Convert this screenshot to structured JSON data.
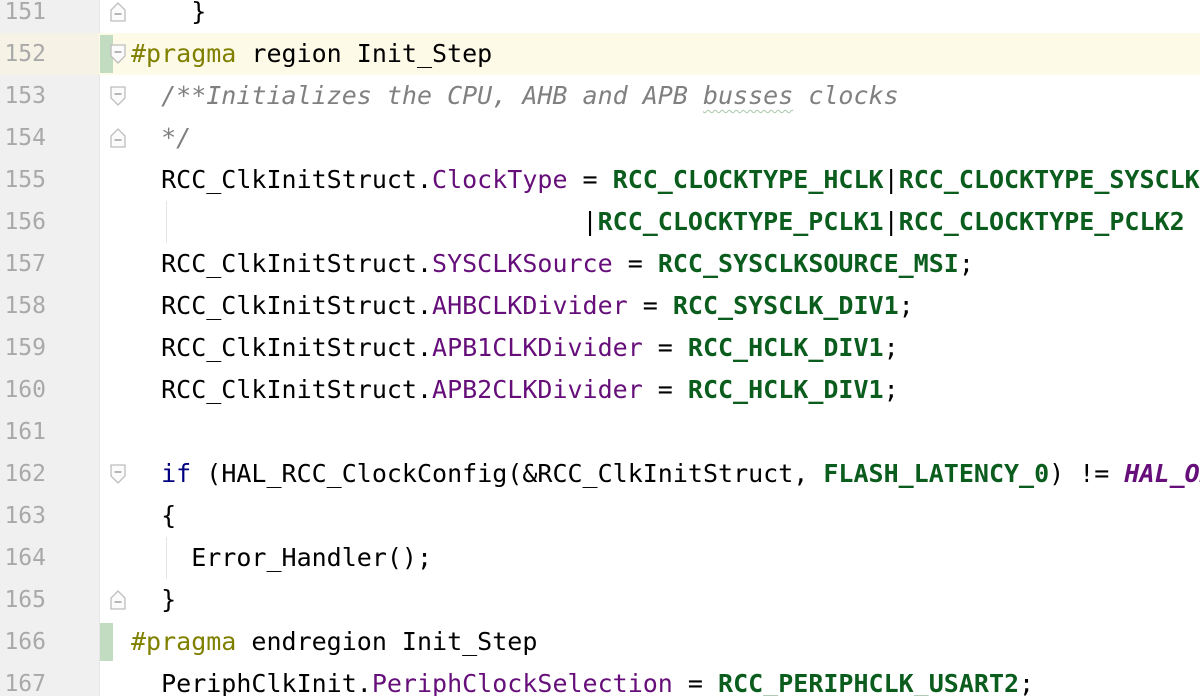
{
  "editor": {
    "lines": [
      {
        "num": "151",
        "tokens": [
          {
            "t": "    }",
            "c": ""
          }
        ]
      },
      {
        "num": "152",
        "tokens": [
          {
            "t": "#pragma",
            "c": "pp"
          },
          {
            "t": " region Init_Step",
            "c": ""
          }
        ]
      },
      {
        "num": "153",
        "tokens": [
          {
            "t": "  /**Initializes the CPU, AHB and APB ",
            "c": "cmt"
          },
          {
            "t": "busses",
            "c": "cmt spl"
          },
          {
            "t": " clocks",
            "c": "cmt"
          }
        ]
      },
      {
        "num": "154",
        "tokens": [
          {
            "t": "  */",
            "c": "cmt"
          }
        ]
      },
      {
        "num": "155",
        "tokens": [
          {
            "t": "  RCC_ClkInitStruct.",
            "c": ""
          },
          {
            "t": "ClockType",
            "c": "fld"
          },
          {
            "t": " = ",
            "c": ""
          },
          {
            "t": "RCC_CLOCKTYPE_HCLK",
            "c": "mac"
          },
          {
            "t": "|",
            "c": ""
          },
          {
            "t": "RCC_CLOCKTYPE_SYSCLK",
            "c": "mac"
          }
        ]
      },
      {
        "num": "156",
        "tokens": [
          {
            "t": "                              |",
            "c": ""
          },
          {
            "t": "RCC_CLOCKTYPE_PCLK1",
            "c": "mac"
          },
          {
            "t": "|",
            "c": ""
          },
          {
            "t": "RCC_CLOCKTYPE_PCLK2",
            "c": "mac"
          }
        ]
      },
      {
        "num": "157",
        "tokens": [
          {
            "t": "  RCC_ClkInitStruct.",
            "c": ""
          },
          {
            "t": "SYSCLKSource",
            "c": "fld"
          },
          {
            "t": " = ",
            "c": ""
          },
          {
            "t": "RCC_SYSCLKSOURCE_MSI",
            "c": "mac"
          },
          {
            "t": ";",
            "c": ""
          }
        ]
      },
      {
        "num": "158",
        "tokens": [
          {
            "t": "  RCC_ClkInitStruct.",
            "c": ""
          },
          {
            "t": "AHBCLKDivider",
            "c": "fld"
          },
          {
            "t": " = ",
            "c": ""
          },
          {
            "t": "RCC_SYSCLK_DIV1",
            "c": "mac"
          },
          {
            "t": ";",
            "c": ""
          }
        ]
      },
      {
        "num": "159",
        "tokens": [
          {
            "t": "  RCC_ClkInitStruct.",
            "c": ""
          },
          {
            "t": "APB1CLKDivider",
            "c": "fld"
          },
          {
            "t": " = ",
            "c": ""
          },
          {
            "t": "RCC_HCLK_DIV1",
            "c": "mac"
          },
          {
            "t": ";",
            "c": ""
          }
        ]
      },
      {
        "num": "160",
        "tokens": [
          {
            "t": "  RCC_ClkInitStruct.",
            "c": ""
          },
          {
            "t": "APB2CLKDivider",
            "c": "fld"
          },
          {
            "t": " = ",
            "c": ""
          },
          {
            "t": "RCC_HCLK_DIV1",
            "c": "mac"
          },
          {
            "t": ";",
            "c": ""
          }
        ]
      },
      {
        "num": "161",
        "tokens": []
      },
      {
        "num": "162",
        "tokens": [
          {
            "t": "  ",
            "c": ""
          },
          {
            "t": "if",
            "c": "kw"
          },
          {
            "t": " (HAL_RCC_ClockConfig(&RCC_ClkInitStruct, ",
            "c": ""
          },
          {
            "t": "FLASH_LATENCY_0",
            "c": "mac"
          },
          {
            "t": ") != ",
            "c": ""
          },
          {
            "t": "HAL_OK",
            "c": "ital-macro"
          },
          {
            "t": ")",
            "c": ""
          }
        ]
      },
      {
        "num": "163",
        "tokens": [
          {
            "t": "  {",
            "c": ""
          }
        ]
      },
      {
        "num": "164",
        "tokens": [
          {
            "t": "    Error_Handler();",
            "c": ""
          }
        ]
      },
      {
        "num": "165",
        "tokens": [
          {
            "t": "  }",
            "c": ""
          }
        ]
      },
      {
        "num": "166",
        "tokens": [
          {
            "t": "#pragma",
            "c": "pp"
          },
          {
            "t": " endregion Init_Step",
            "c": ""
          }
        ]
      },
      {
        "num": "167",
        "tokens": [
          {
            "t": "  PeriphClkInit.",
            "c": ""
          },
          {
            "t": "PeriphClockSelection",
            "c": "fld"
          },
          {
            "t": " = ",
            "c": ""
          },
          {
            "t": "RCC_PERIPHCLK_USART2",
            "c": "mac"
          },
          {
            "t": ";",
            "c": ""
          }
        ]
      }
    ]
  }
}
